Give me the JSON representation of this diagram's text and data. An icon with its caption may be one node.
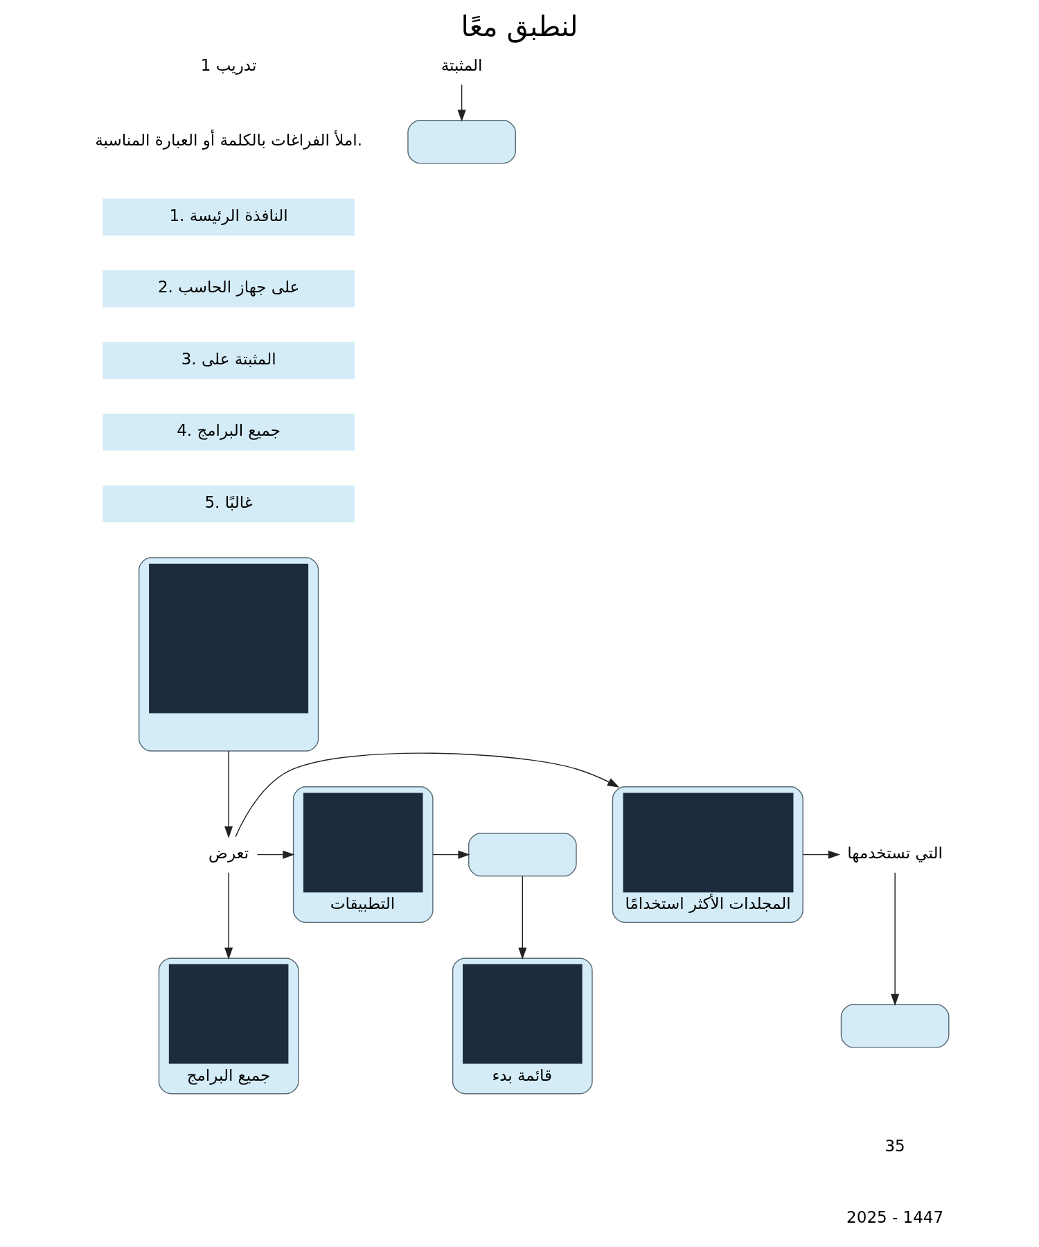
{
  "diagram": {
    "title": "لنطبق معًا",
    "nodes": [
      {
        "text": [
          "1. النافذة الرئيسة"
        ]
      },
      {
        "text": [
          "2. على جهاز الحاسب"
        ]
      },
      {
        "text": [
          "3. المثبتة على"
        ]
      },
      {
        "text": [
          "4. جميع البرامج"
        ]
      },
      {
        "text": [
          "5. غالبًا"
        ]
      },
      {
        "text": [],
        "shape": "picture"
      },
      {
        "text": [
          "تعرض"
        ]
      },
      {
        "text": [
          "المجلدات الأكثر استخدامًا"
        ]
      },
      {
        "text": [
          "التي تستخدمها"
        ]
      },
      {
        "text": [],
        "shape": "box"
      },
      {
        "text": [
          "المثبتة"
        ]
      },
      {
        "text": [],
        "shape": "box"
      },
      {
        "text": [
          "جميع البرامج"
        ]
      },
      {
        "text": [
          "التطبيقات"
        ]
      },
      {
        "text": [],
        "shape": "box"
      },
      {
        "text": [
          "قائمة بدء"
        ]
      }
    ],
    "edges": [
      {
        "from": 5,
        "to": 6,
        "arrow": "to"
      },
      {
        "from": 6,
        "to": 7,
        "arrow": "to"
      },
      {
        "from": 6,
        "to": 12,
        "arrow": "to"
      },
      {
        "from": 6,
        "to": 13,
        "arrow": "to"
      },
      {
        "from": 7,
        "to": 8,
        "arrow": "to"
      },
      {
        "from": 8,
        "to": 9,
        "arrow": "to"
      },
      {
        "from": 10,
        "to": 11,
        "arrow": "to"
      },
      {
        "from": 13,
        "to": 14,
        "arrow": "to"
      },
      {
        "from": 14,
        "to": 15,
        "arrow": "to"
      }
    ],
    "labels": [
      "تدريب 1",
      "املأ الفراغات بالكلمة أو العبارة المناسبة.",
      "35",
      "2025 - 1447"
    ]
  }
}
